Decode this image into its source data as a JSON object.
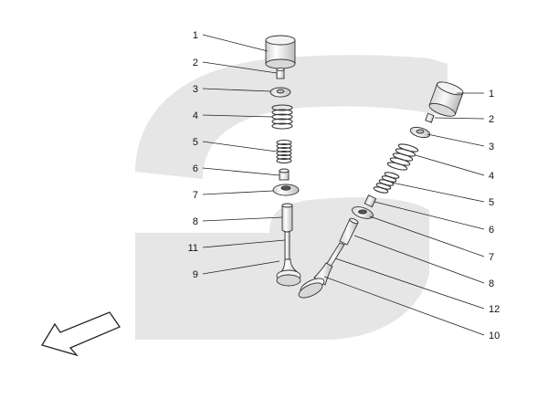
{
  "diagram": {
    "left_valve_callouts": [
      "1",
      "2",
      "3",
      "4",
      "5",
      "6",
      "7",
      "8",
      "11",
      "9"
    ],
    "right_valve_callouts": [
      "1",
      "2",
      "3",
      "4",
      "5",
      "6",
      "7",
      "8",
      "12",
      "10"
    ],
    "direction_arrow": "arrow-icon",
    "colors": {
      "background": "#ffffff",
      "watermark": "#e6e6e6",
      "part_fill": "#f4f4f4",
      "part_stroke": "#333333",
      "leader_line": "#222222"
    }
  }
}
